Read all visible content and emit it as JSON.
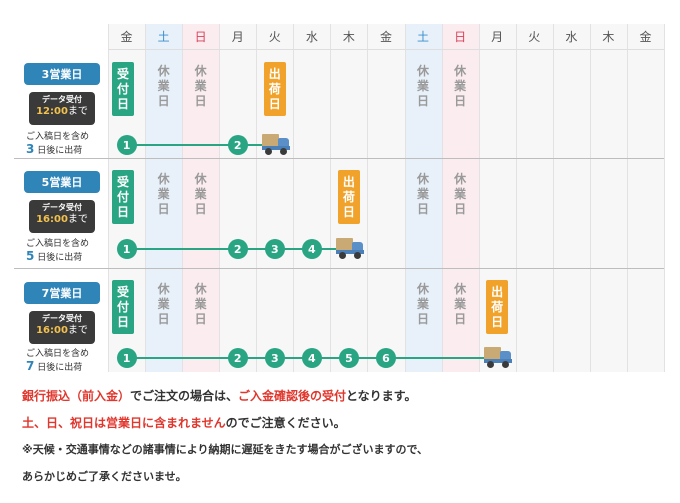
{
  "days": [
    {
      "label": "金",
      "type": "weekday"
    },
    {
      "label": "土",
      "type": "sat"
    },
    {
      "label": "日",
      "type": "sun"
    },
    {
      "label": "月",
      "type": "weekday"
    },
    {
      "label": "火",
      "type": "weekday"
    },
    {
      "label": "水",
      "type": "weekday"
    },
    {
      "label": "木",
      "type": "weekday"
    },
    {
      "label": "金",
      "type": "weekday"
    },
    {
      "label": "土",
      "type": "sat"
    },
    {
      "label": "日",
      "type": "sun"
    },
    {
      "label": "月",
      "type": "weekday"
    },
    {
      "label": "火",
      "type": "weekday"
    },
    {
      "label": "水",
      "type": "weekday"
    },
    {
      "label": "木",
      "type": "weekday"
    },
    {
      "label": "金",
      "type": "weekday"
    }
  ],
  "holiday_label": "休業日",
  "receive_label": "受付日",
  "ship_label": "出荷日",
  "plans": [
    {
      "title": "3営業日",
      "deadline_label": "データ受付",
      "deadline_time": "12:00",
      "deadline_suffix": "まで",
      "note_line1": "ご入稿日を含め",
      "note_num": "3",
      "note_line2": "日後に出荷",
      "steps": [
        "1",
        "2"
      ]
    },
    {
      "title": "5営業日",
      "deadline_label": "データ受付",
      "deadline_time": "16:00",
      "deadline_suffix": "まで",
      "note_line1": "ご入稿日を含め",
      "note_num": "5",
      "note_line2": "日後に出荷",
      "steps": [
        "1",
        "2",
        "3",
        "4"
      ]
    },
    {
      "title": "7営業日",
      "deadline_label": "データ受付",
      "deadline_time": "16:00",
      "deadline_suffix": "まで",
      "note_line1": "ご入稿日を含め",
      "note_num": "7",
      "note_line2": "日後に出荷",
      "steps": [
        "1",
        "2",
        "3",
        "4",
        "5",
        "6"
      ]
    }
  ],
  "notices": {
    "line1_red1": "銀行振込（前入金）",
    "line1_text1": "でご注文の場合は、",
    "line1_red2": "ご入金確認後の受付",
    "line1_text2": "となります。",
    "line2_red": "土、日、祝日は営業日に含まれません",
    "line2_text": "のでご注意ください。",
    "line3": "※天候・交通事情などの諸事情により納期に遅延をきたす場合がございますので、",
    "line4": "あらかじめご了承くださいませ。"
  },
  "colors": {
    "accent_blue": "#2f84b8",
    "green": "#2aa584",
    "orange": "#f0a22a",
    "red": "#e0362c",
    "sat_bg": "#e8f1fa",
    "sun_bg": "#fbecef"
  }
}
